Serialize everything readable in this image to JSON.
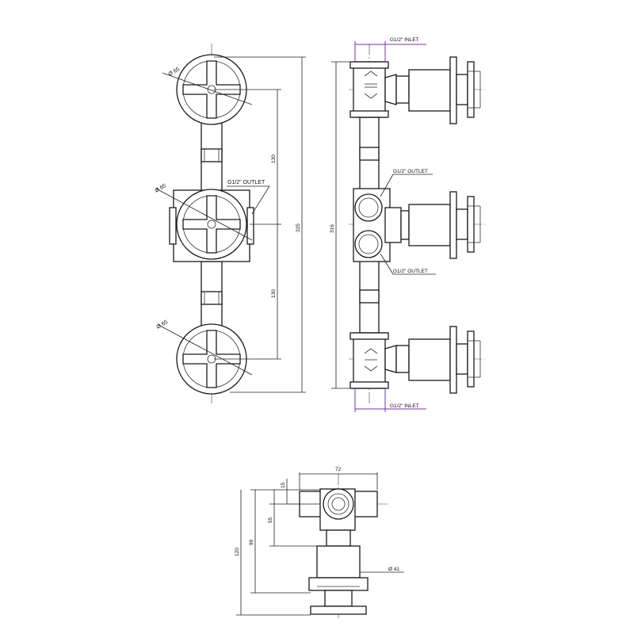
{
  "front_view": {
    "dia_top": "Ø 65",
    "dia_mid": "Ø 65",
    "dia_bot": "Ø 65",
    "outlet_label": "G1/2\" OUTLET",
    "dim_spacing_top": "130",
    "dim_spacing_bot": "130",
    "dim_total": "325"
  },
  "side_view": {
    "inlet_top": "G1/2\" INLET",
    "inlet_bot": "G1/2\" INLET",
    "outlet_upper": "G1/2\" OUTLET",
    "outlet_lower": "G1/2\" OUTLET",
    "dim_total": "316"
  },
  "bottom_view": {
    "dim_width": "72",
    "dim_15": "15",
    "dim_55": "55",
    "dim_99": "99",
    "dim_120": "120",
    "dia_41": "Ø 41"
  },
  "colors": {
    "line": "#1a1a1a",
    "inlet_dim": "#7b2fb8"
  }
}
